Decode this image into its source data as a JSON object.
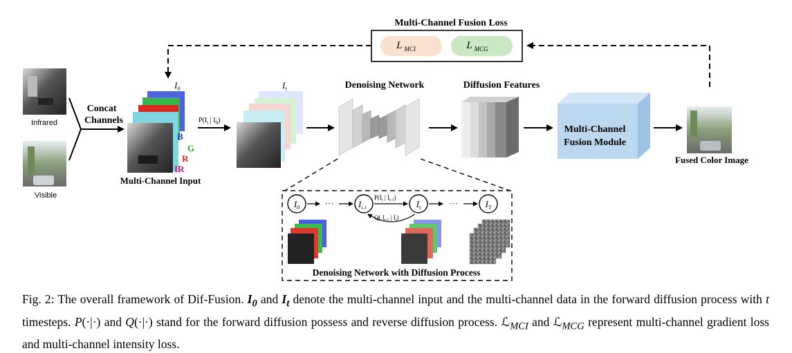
{
  "loss": {
    "title": "Multi-Channel Fusion Loss",
    "mci": "L",
    "mci_sub": "MCI",
    "mcg": "L",
    "mcg_sub": "MCG",
    "mci_color": "#fbe1cf",
    "mcg_color": "#c9e8c3"
  },
  "inputs": {
    "infrared": "Infrared",
    "visible": "Visible",
    "concat": "Concat",
    "channels": "Channels"
  },
  "mci": {
    "label": "Multi-Channel Input",
    "i0": "I",
    "i0_sub": "0",
    "b": "B",
    "g": "G",
    "r": "R",
    "ir": "IR",
    "b_color": "#1a2fd6",
    "g_color": "#1fb31f",
    "r_color": "#d6201a",
    "ir_color": "#c8146e"
  },
  "forward": {
    "arrow": "P(I",
    "arrow_mid": "t",
    "arrow_bar": " | I",
    "arrow_end": "0",
    "arrow_close": ")",
    "it": "I",
    "it_sub": "t"
  },
  "network": {
    "title": "Denoising Network"
  },
  "features": {
    "title": "Diffusion Features"
  },
  "fusion": {
    "line1": "Multi-Channel",
    "line2": "Fusion Module",
    "color": "#bcd8f1"
  },
  "output": {
    "label": "Fused Color Image"
  },
  "detail": {
    "title": "Denoising Network with Diffusion Process",
    "n0": "I",
    "n0_sub": "0",
    "n1": "I",
    "n1_sub": "t-1",
    "n2": "I",
    "n2_sub": "t",
    "n3": "I",
    "n3_sub": "T",
    "dots": "···",
    "p_label": "P(I",
    "p_sub1": "t",
    "p_mid": " | I",
    "p_sub2": "t-1",
    "p_close": ")",
    "q_label": "Q( I",
    "q_sub1": "t-1",
    "q_mid": " | I",
    "q_sub2": "t",
    "q_close": ")"
  },
  "caption": {
    "fig": "Fig. 2:",
    "t1": " The overall framework of Dif-Fusion. ",
    "i0": "I",
    "i0s": "0",
    "t2": " and ",
    "it": "I",
    "its": "t",
    "t3": " denote the multi-channel input and the multi-channel data in the forward diffusion process with ",
    "tv": "t",
    "t4": " timesteps. ",
    "p": "P",
    "parg": "(·|·)",
    "t5": " and ",
    "q": "Q",
    "qarg": "(·|·)",
    "t6": " stand for the forward diffusion possess and reverse diffusion process. ",
    "l1": "ℒ",
    "l1s": "MCI",
    "t7": " and ",
    "l2": "ℒ",
    "l2s": "MCG",
    "t8": " represent multi-channel gradient loss and multi-channel intensity loss."
  }
}
